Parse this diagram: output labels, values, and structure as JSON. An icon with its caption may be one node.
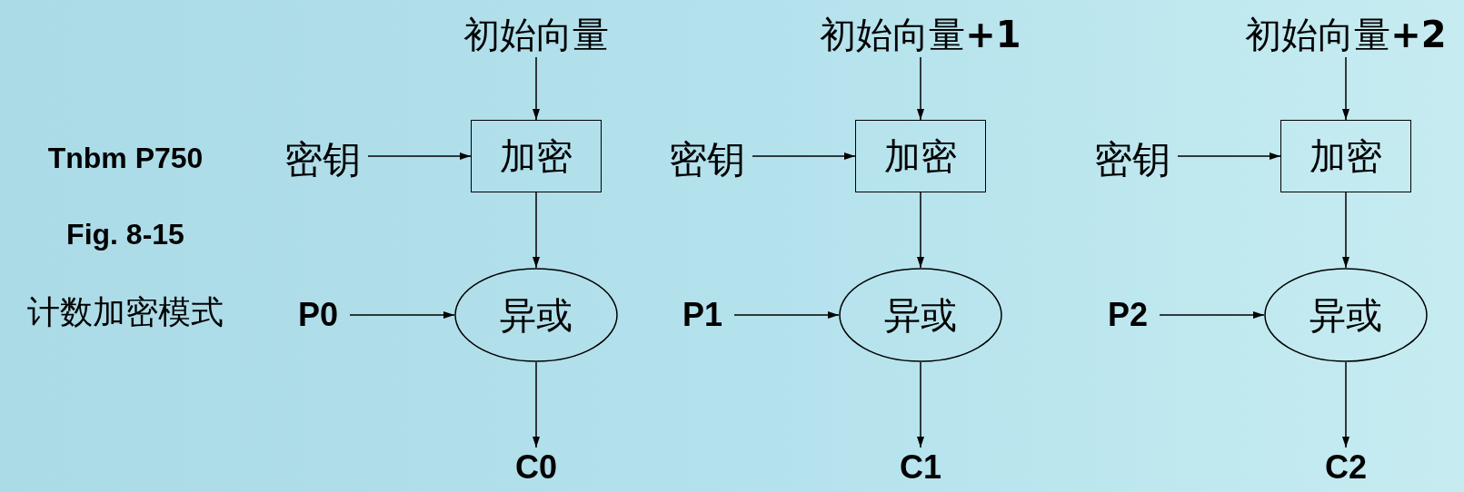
{
  "diagram": {
    "nodes": [
      {
        "text": [
          "初始向量"
        ]
      },
      {
        "text": [
          "密钥"
        ]
      },
      {
        "text": [
          "加密"
        ]
      },
      {
        "text": [
          "P0"
        ]
      },
      {
        "text": [
          "异或"
        ]
      },
      {
        "text": [
          "C0"
        ]
      },
      {
        "text": [
          "初始向量**+1**"
        ]
      },
      {
        "text": [
          "密钥"
        ]
      },
      {
        "text": [
          "加密"
        ]
      },
      {
        "text": [
          "P1"
        ]
      },
      {
        "text": [
          "异或"
        ]
      },
      {
        "text": [
          "C1"
        ]
      },
      {
        "text": [
          "初始向量**+2**"
        ]
      },
      {
        "text": [
          "密钥"
        ]
      },
      {
        "text": [
          "加密"
        ]
      },
      {
        "text": [
          "P2"
        ]
      },
      {
        "text": [
          "异或"
        ]
      },
      {
        "text": [
          "C2"
        ]
      }
    ],
    "edges": [
      {
        "from": 0,
        "to": 2,
        "arrow": "to"
      },
      {
        "from": 1,
        "to": 2,
        "arrow": "to"
      },
      {
        "from": 2,
        "to": 4,
        "arrow": "to"
      },
      {
        "from": 3,
        "to": 4,
        "arrow": "to"
      },
      {
        "from": 4,
        "to": 5,
        "arrow": "to"
      },
      {
        "from": 6,
        "to": 8,
        "arrow": "to"
      },
      {
        "from": 7,
        "to": 8,
        "arrow": "to"
      },
      {
        "from": 8,
        "to": 10,
        "arrow": "to"
      },
      {
        "from": 9,
        "to": 10,
        "arrow": "to"
      },
      {
        "from": 10,
        "to": 11,
        "arrow": "to"
      },
      {
        "from": 12,
        "to": 14,
        "arrow": "to"
      },
      {
        "from": 13,
        "to": 14,
        "arrow": "to"
      },
      {
        "from": 14,
        "to": 16,
        "arrow": "to"
      },
      {
        "from": 15,
        "to": 16,
        "arrow": "to"
      },
      {
        "from": 16,
        "to": 17,
        "arrow": "to"
      }
    ],
    "labels": [
      "Tnbm P750",
      "Fig. 8-15",
      "计数加密模式"
    ]
  }
}
